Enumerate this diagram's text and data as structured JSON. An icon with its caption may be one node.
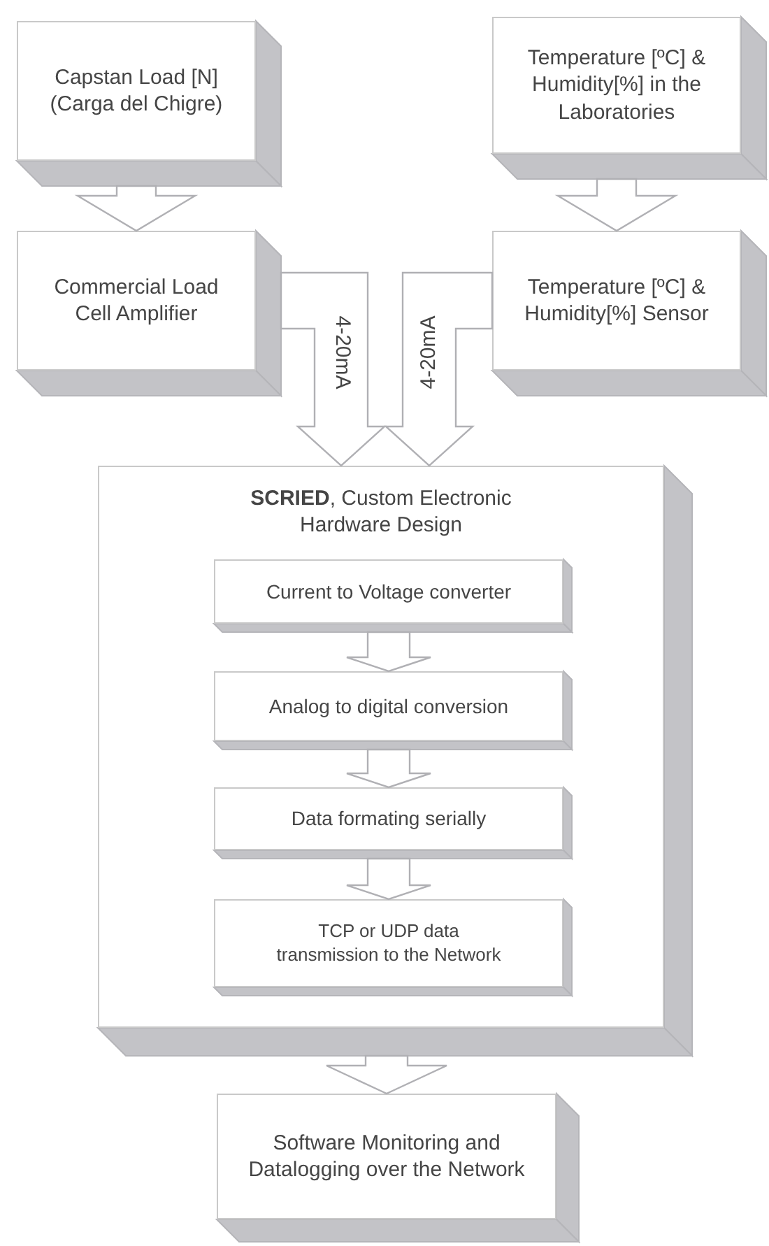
{
  "diagram": {
    "nodes": [
      {
        "text": [
          "Capstan Load [N] (Carga del Chigre)"
        ]
      },
      {
        "text": [
          "Temperature [ºC] & Humidity[%] in the Laboratories"
        ]
      },
      {
        "text": [
          "Commercial Load Cell Amplifier"
        ]
      },
      {
        "text": [
          "Temperature [ºC] & Humidity[%] Sensor"
        ]
      },
      {
        "text": [
          "**SCRIED**, Custom Electronic Hardware Design"
        ]
      },
      {
        "text": [
          "Current to Voltage converter"
        ],
        "in": 4
      },
      {
        "text": [
          "Analog to digital conversion"
        ],
        "in": 4
      },
      {
        "text": [
          "Data formating serially"
        ],
        "in": 4
      },
      {
        "text": [
          "TCP or UDP data transmission to the Network"
        ],
        "in": 4
      },
      {
        "text": [
          "Software Monitoring and Datalogging over the Network"
        ]
      }
    ],
    "edges": [
      {
        "from": 0,
        "to": 2,
        "arrow": "to"
      },
      {
        "from": 1,
        "to": 3,
        "arrow": "to"
      },
      {
        "from": 2,
        "to": 4,
        "arrow": "to",
        "label": "4-20mA"
      },
      {
        "from": 3,
        "to": 4,
        "arrow": "to",
        "label": "4-20mA"
      },
      {
        "from": 5,
        "to": 6,
        "arrow": "to"
      },
      {
        "from": 6,
        "to": 7,
        "arrow": "to"
      },
      {
        "from": 7,
        "to": 8,
        "arrow": "to"
      },
      {
        "from": 4,
        "to": 9,
        "arrow": "to"
      }
    ]
  }
}
